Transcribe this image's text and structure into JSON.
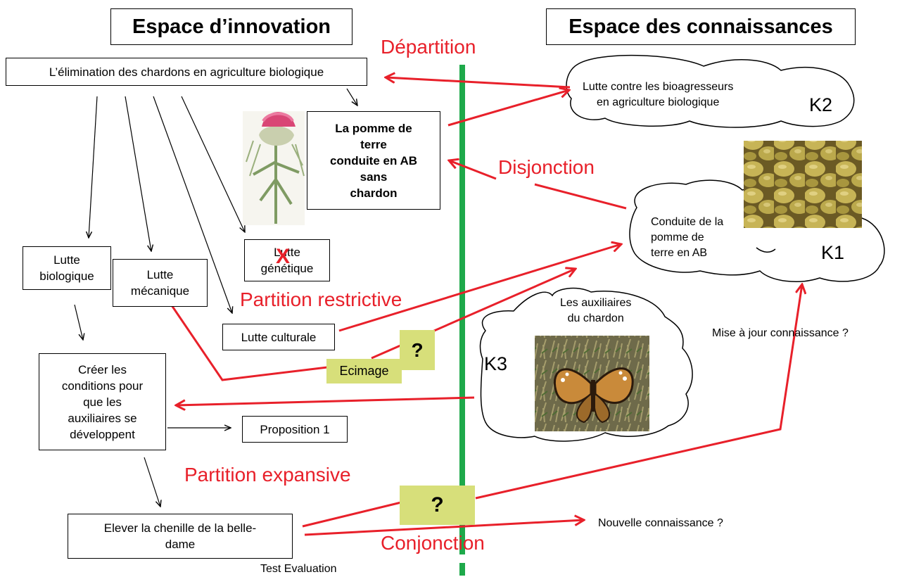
{
  "headers": {
    "innovation": "Espace d’innovation",
    "connaissances": "Espace des connaissances"
  },
  "operators": {
    "departition": "Départition",
    "disjonction": "Disjonction",
    "partition_restrictive": "Partition restrictive",
    "partition_expansive": "Partition expansive",
    "conjonction": "Conjonction"
  },
  "concepts": {
    "root": "L’élimination des chardons en agriculture biologique",
    "pomme_lines": [
      "La pomme de",
      "terre",
      "conduite en AB",
      "sans",
      "chardon"
    ],
    "lutte_bio_lines": [
      "Lutte",
      "biologique"
    ],
    "lutte_meca_lines": [
      "Lutte",
      "mécanique"
    ],
    "lutte_gen_lines": [
      "Lutte",
      "génétique"
    ],
    "lutte_gen_mark": "X",
    "lutte_culturale": "Lutte culturale",
    "creer_lines": [
      "Créer les",
      "conditions pour",
      "que les",
      "auxiliaires se",
      "développent"
    ],
    "proposition": "Proposition 1",
    "elever_lines": [
      "Elever la chenille  de la belle-",
      "dame"
    ],
    "test": "Test Evaluation",
    "ecimage": "Ecimage",
    "question": "?"
  },
  "knowledge": {
    "k2_lines": [
      "Lutte contre les bioagresseurs",
      "en agriculture biologique"
    ],
    "k2_tag": "K2",
    "k1_lines": [
      "Conduite de la",
      "pomme de",
      "terre en AB"
    ],
    "k1_tag": "K1",
    "k3_lines": [
      "Les auxiliaires",
      "du chardon"
    ],
    "k3_tag": "K3",
    "mise_a_jour": "Mise à jour connaissance ?",
    "nouvelle": "Nouvelle connaissance ?"
  },
  "colors": {
    "operator_red": "#e8202a",
    "divider_green": "#1ea94a",
    "question_fill": "#d7df7a"
  },
  "images": [
    "thistle-picture",
    "potatoes-picture",
    "butterfly-picture"
  ]
}
